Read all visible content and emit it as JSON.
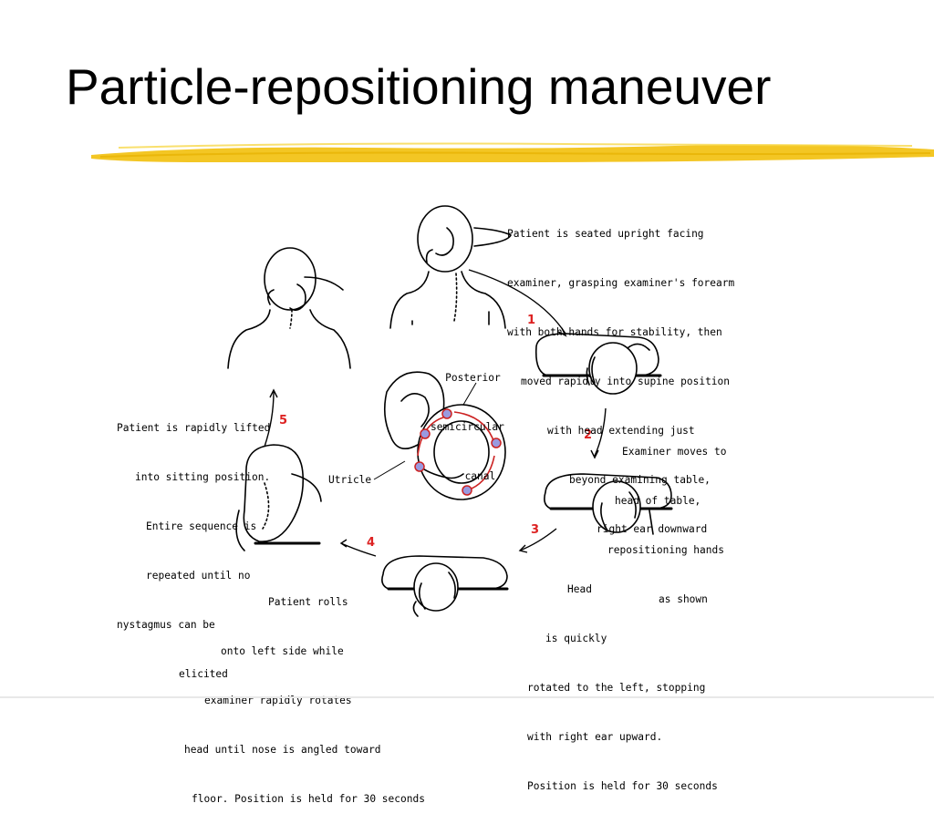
{
  "title": "Particle-repositioning maneuver",
  "colors": {
    "accent": "#f2c318",
    "arrow": "#cc2222",
    "ink": "#000000"
  },
  "steps": [
    {
      "number": "1",
      "text": [
        "Patient is seated upright facing",
        "examiner, grasping examiner's forearm",
        "with both hands for stability, then",
        "moved rapidly into supine position",
        "with head extending just",
        "beyond examining table,",
        "right ear downward"
      ]
    },
    {
      "number": "2",
      "text": [
        "Examiner moves to",
        "head of table,",
        "repositioning hands",
        "as shown"
      ]
    },
    {
      "number": "3",
      "text": [
        "Head",
        "is quickly",
        "rotated to the left, stopping",
        "with right ear upward.",
        "Position is held for 30 seconds"
      ]
    },
    {
      "number": "4",
      "text": [
        "Patient rolls",
        "onto left side while",
        "examiner rapidly rotates",
        "head until nose is angled toward",
        "floor. Position is held for 30 seconds"
      ]
    },
    {
      "number": "5",
      "text": [
        "Patient is rapidly lifted",
        "into sitting position.",
        "Entire sequence is",
        "repeated until no",
        "nystagmus can be",
        "elicited"
      ]
    }
  ],
  "labels": {
    "canal": [
      "Posterior",
      "semicircular",
      "canal"
    ],
    "utricle": "Utricle"
  }
}
